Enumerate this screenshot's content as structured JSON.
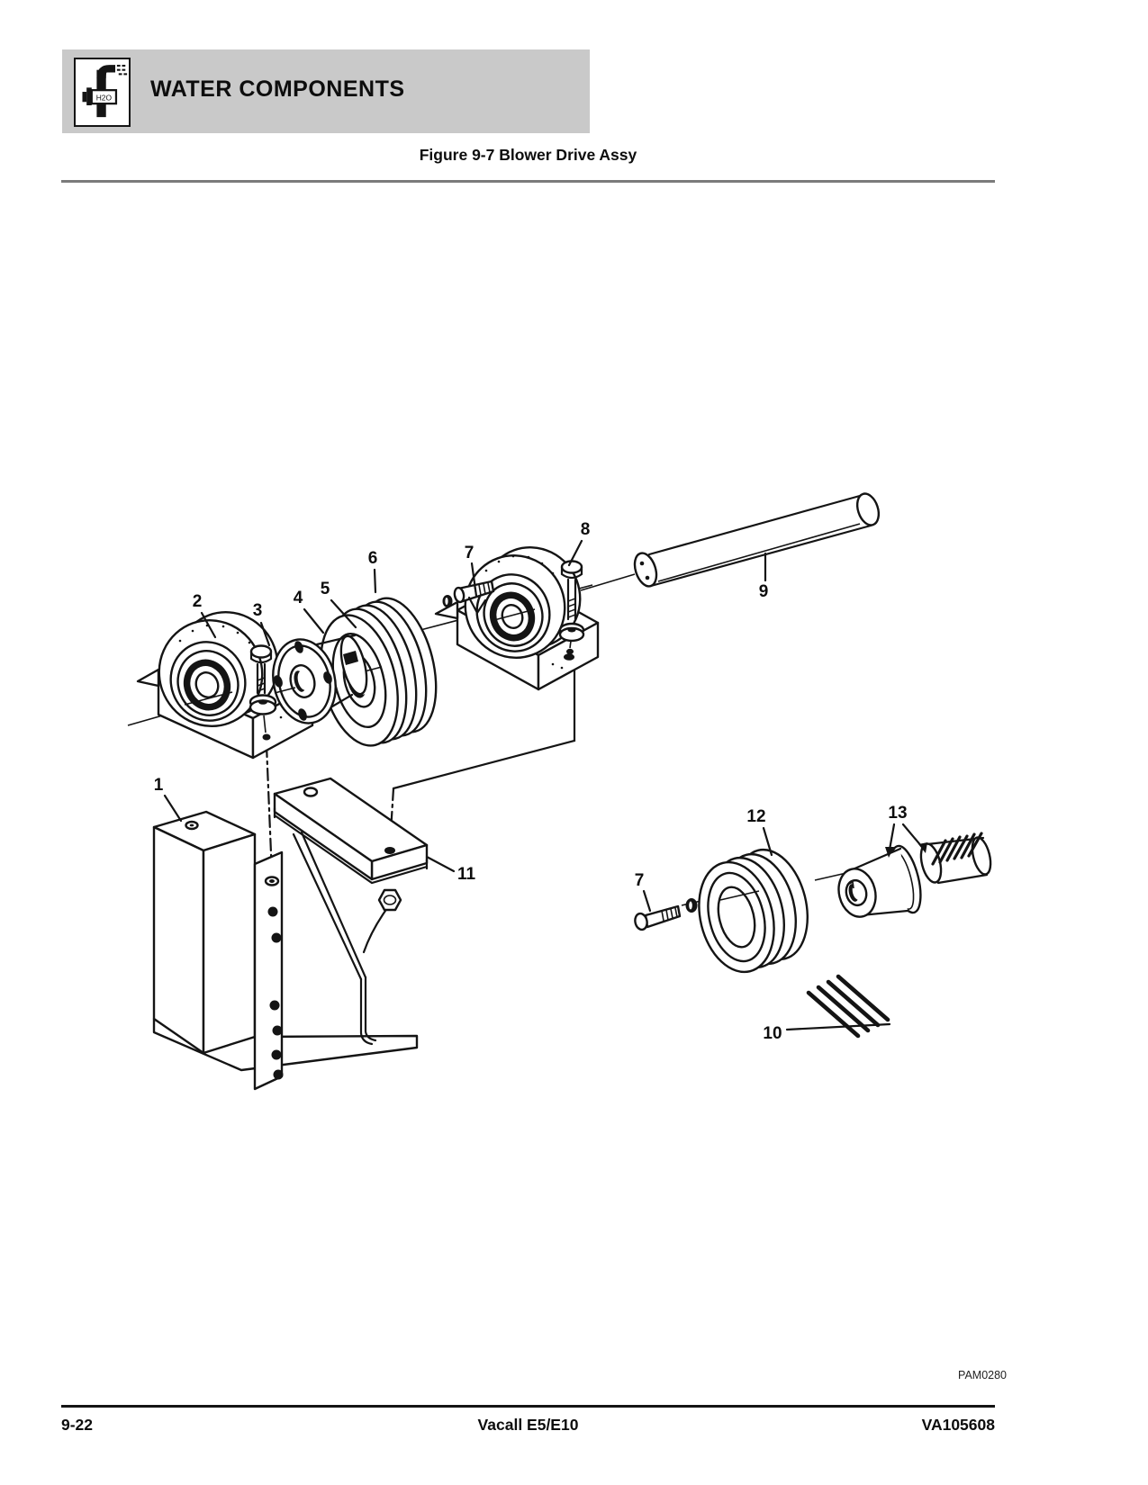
{
  "header": {
    "title": "WATER COMPONENTS",
    "icon_label": "H2O"
  },
  "figure": {
    "title": "Figure 9-7 Blower Drive Assy",
    "artwork_code": "PAM0280"
  },
  "diagram": {
    "callouts": [
      {
        "label": "1"
      },
      {
        "label": "2"
      },
      {
        "label": "3"
      },
      {
        "label": "4"
      },
      {
        "label": "5"
      },
      {
        "label": "6"
      },
      {
        "label": "7"
      },
      {
        "label": "8"
      },
      {
        "label": "9"
      },
      {
        "label": "11"
      },
      {
        "label": "12"
      },
      {
        "label": "13"
      },
      {
        "label": "7"
      },
      {
        "label": "10"
      }
    ]
  },
  "footer": {
    "page_number": "9-22",
    "model": "Vacall E5/E10",
    "document_number": "VA105608"
  }
}
